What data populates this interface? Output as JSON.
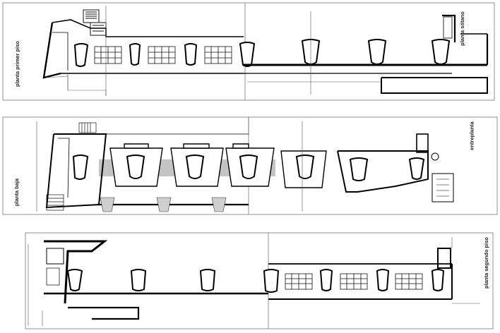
{
  "sheet": {
    "panels": [
      {
        "id": "top",
        "label": "planta primer piso"
      },
      {
        "id": "middle",
        "label": "planta baja",
        "label_secondary": "entreplanta"
      },
      {
        "id": "bottom",
        "label": "planta segundo piso"
      }
    ],
    "side_labels": {
      "top_right_label": "planta sótano"
    }
  },
  "colors": {
    "ink": "#111111",
    "fill_gray": "#bdbdbd",
    "wall": "#000000",
    "frame": "#6e6e6e"
  }
}
